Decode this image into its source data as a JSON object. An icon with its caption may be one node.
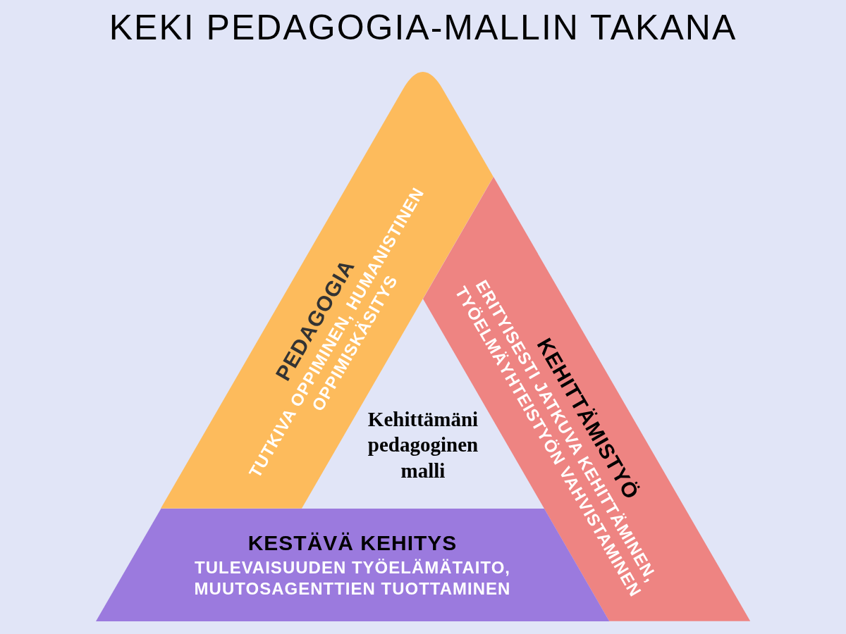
{
  "diagram": {
    "title": "KEKI PEDAGOGIA-MALLIN TAKANA",
    "nodes": [
      {
        "text": [
          "PEDAGOGIA",
          "TUTKIVA OPPIMINEN, HUMANISTINEN OPPIMISKÄSITYS"
        ]
      },
      {
        "text": [
          "KEHITTÄMISTYÖ",
          "ERITYISESTI JATKUVA KEHITTÄMINEN, TYÖELMÄYHTEISTYÖN VAHVISTAMINEN"
        ]
      },
      {
        "text": [
          "KESTÄVÄ KEHITYS",
          "TULEVAISUUDEN TYÖELÄMÄTAITO, MUUTOSAGENTTIEN TUOTTAMINEN"
        ]
      }
    ],
    "labels": [
      "Kehittämäni pedagoginen malli"
    ]
  }
}
